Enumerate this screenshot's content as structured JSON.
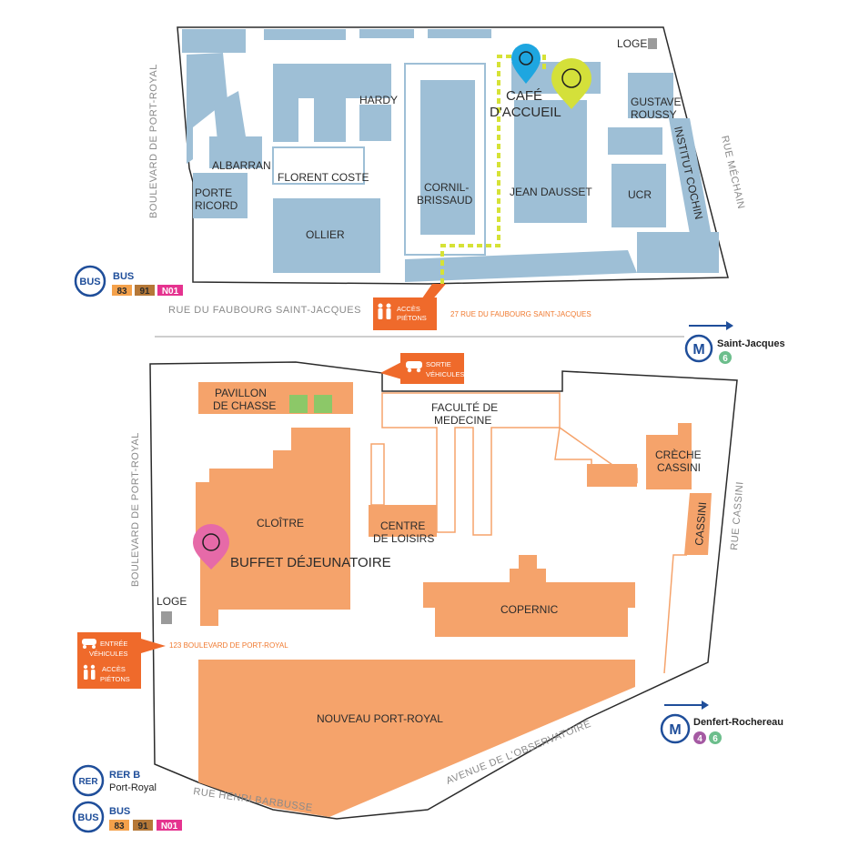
{
  "colors": {
    "building_blue": "#9ebfd6",
    "building_orange": "#f5a36b",
    "accent_orange": "#ef6a2b",
    "green": "#8cc868",
    "yellow_path": "#d6e236",
    "pin_blue": "#1ea6e0",
    "pin_yellow": "#d4e03a",
    "pin_pink": "#e66aa8",
    "transport_blue": "#1f4e9a",
    "bus_83": "#f4a14b",
    "bus_91": "#b57838",
    "bus_N01": "#e5338f"
  },
  "north": {
    "buildings": {
      "hardy": "HARDY",
      "albarran": "ALBARRAN",
      "porte_ricord": [
        "PORTE",
        "RICORD"
      ],
      "florent_coste": "FLORENT COSTE",
      "ollier": "OLLIER",
      "cornil_brissaud": [
        "CORNIL-",
        "BRISSAUD"
      ],
      "cafe_accueil": [
        "CAFÉ",
        "D'ACCUEIL"
      ],
      "jean_dausset": "JEAN DAUSSET",
      "gustave_roussy": [
        "GUSTAVE",
        "ROUSSY"
      ],
      "ucr": "UCR",
      "institut_cochin": "INSTITUT COCHIN",
      "loge": "LOGE"
    },
    "streets": {
      "bd_port_royal": "BOULEVARD DE PORT-ROYAL",
      "rue_mechain": "RUE MÉCHAIN",
      "rue_faubourg": "RUE DU FAUBOURG SAINT-JACQUES"
    },
    "access": {
      "label": [
        "ACCÈS",
        "PIÉTONS"
      ],
      "address": "27 RUE DU FAUBOURG SAINT-JACQUES"
    },
    "bus": {
      "icon": "BUS",
      "title": "BUS",
      "lines": [
        "83",
        "91",
        "N01"
      ]
    },
    "metro": {
      "icon": "M",
      "station": "Saint-Jacques",
      "lines": [
        "6"
      ]
    }
  },
  "south": {
    "buildings": {
      "pavillon": [
        "PAVILLON",
        "DE CHASSE"
      ],
      "faculte": [
        "FACULTÉ DE",
        "MEDECINE"
      ],
      "creche": [
        "CRÈCHE",
        "CASSINI"
      ],
      "cassini": "CASSINI",
      "cloitre": "CLOÎTRE",
      "buffet": "BUFFET DÉJEUNATOIRE",
      "centre_loisirs": [
        "CENTRE",
        "DE LOISIRS"
      ],
      "copernic": "COPERNIC",
      "nouveau_port_royal": "NOUVEAU PORT-ROYAL",
      "loge": "LOGE"
    },
    "streets": {
      "bd_port_royal": "BOULEVARD DE PORT-ROYAL",
      "rue_cassini": "RUE CASSINI",
      "avenue_observatoire": "AVENUE DE L'OBSERVATOIRE",
      "rue_henri_barbusse": "RUE HENRI BARBUSSE"
    },
    "sortie": {
      "label": [
        "SORTIE",
        "VÉHICULES"
      ]
    },
    "entree": {
      "vehicles": [
        "ENTRÉE",
        "VÉHICULES"
      ],
      "pedestrians": [
        "ACCÈS",
        "PIÉTONS"
      ],
      "address": "123 BOULEVARD DE PORT-ROYAL"
    },
    "metro": {
      "icon": "M",
      "station": "Denfert-Rochereau",
      "lines": [
        "4",
        "6"
      ]
    },
    "rer": {
      "icon": "RER",
      "title": "RER B",
      "station": "Port-Royal"
    },
    "bus": {
      "icon": "BUS",
      "title": "BUS",
      "lines": [
        "83",
        "91",
        "N01"
      ]
    }
  }
}
